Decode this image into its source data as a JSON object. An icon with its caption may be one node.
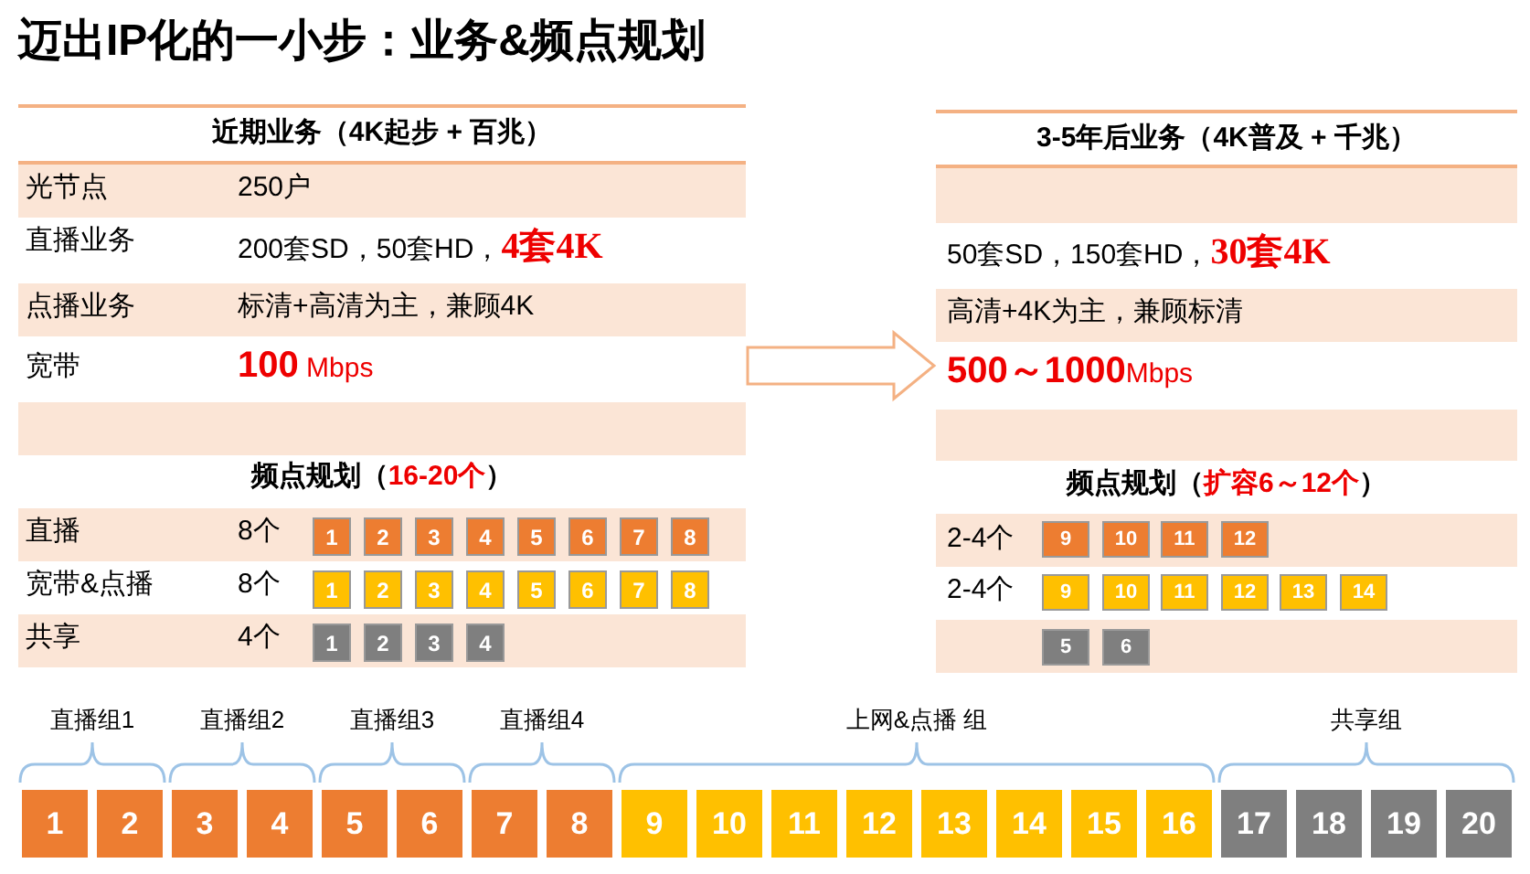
{
  "diagram": {
    "title": "迈出IP化的一小步：业务&频点规划",
    "nodes": [
      {
        "text": [
          "近期业务（4K起步 + 百兆）"
        ]
      },
      {
        "text": [
          "3-5年后业务（4K普及 + 千兆）"
        ]
      },
      {
        "text": [
          "1"
        ],
        "in": 0
      },
      {
        "text": [
          "2"
        ],
        "in": 0
      },
      {
        "text": [
          "3"
        ],
        "in": 0
      },
      {
        "text": [
          "4"
        ],
        "in": 0
      },
      {
        "text": [
          "5"
        ],
        "in": 0
      },
      {
        "text": [
          "6"
        ],
        "in": 0
      },
      {
        "text": [
          "7"
        ],
        "in": 0
      },
      {
        "text": [
          "8"
        ],
        "in": 0
      },
      {
        "text": [
          "1"
        ],
        "in": 0
      },
      {
        "text": [
          "2"
        ],
        "in": 0
      },
      {
        "text": [
          "3"
        ],
        "in": 0
      },
      {
        "text": [
          "4"
        ],
        "in": 0
      },
      {
        "text": [
          "5"
        ],
        "in": 0
      },
      {
        "text": [
          "6"
        ],
        "in": 0
      },
      {
        "text": [
          "7"
        ],
        "in": 0
      },
      {
        "text": [
          "8"
        ],
        "in": 0
      },
      {
        "text": [
          "1"
        ],
        "in": 0
      },
      {
        "text": [
          "2"
        ],
        "in": 0
      },
      {
        "text": [
          "3"
        ],
        "in": 0
      },
      {
        "text": [
          "4"
        ],
        "in": 0
      },
      {
        "text": [
          "9"
        ],
        "in": 1
      },
      {
        "text": [
          "10"
        ],
        "in": 1
      },
      {
        "text": [
          "11"
        ],
        "in": 1
      },
      {
        "text": [
          "12"
        ],
        "in": 1
      },
      {
        "text": [
          "9"
        ],
        "in": 1
      },
      {
        "text": [
          "10"
        ],
        "in": 1
      },
      {
        "text": [
          "11"
        ],
        "in": 1
      },
      {
        "text": [
          "12"
        ],
        "in": 1
      },
      {
        "text": [
          "13"
        ],
        "in": 1
      },
      {
        "text": [
          "14"
        ],
        "in": 1
      },
      {
        "text": [
          "5"
        ],
        "in": 1
      },
      {
        "text": [
          "6"
        ],
        "in": 1
      },
      {
        "text": [
          "1"
        ]
      },
      {
        "text": [
          "2"
        ]
      },
      {
        "text": [
          "3"
        ]
      },
      {
        "text": [
          "4"
        ]
      },
      {
        "text": [
          "5"
        ]
      },
      {
        "text": [
          "6"
        ]
      },
      {
        "text": [
          "7"
        ]
      },
      {
        "text": [
          "8"
        ]
      },
      {
        "text": [
          "9"
        ]
      },
      {
        "text": [
          "10"
        ]
      },
      {
        "text": [
          "11"
        ]
      },
      {
        "text": [
          "12"
        ]
      },
      {
        "text": [
          "13"
        ]
      },
      {
        "text": [
          "14"
        ]
      },
      {
        "text": [
          "15"
        ]
      },
      {
        "text": [
          "16"
        ]
      },
      {
        "text": [
          "17"
        ]
      },
      {
        "text": [
          "18"
        ]
      },
      {
        "text": [
          "19"
        ]
      },
      {
        "text": [
          "20"
        ]
      }
    ],
    "edges": [
      {
        "from": 0,
        "to": 1,
        "arrow": "to"
      }
    ],
    "labels": [
      "光节点",
      "250户",
      "直播业务",
      "200套SD，50套HD，**4套4K**",
      "点播业务",
      "标清+高清为主，兼顾4K",
      "宽带",
      "**100** Mbps",
      "频点规划（**16-20个**）",
      "直播",
      "8个",
      "宽带&点播",
      "8个",
      "共享",
      "4个",
      "50套SD，150套HD，**30套4K**",
      "高清+4K为主，兼顾标清",
      "**500～1000**Mbps",
      "频点规划（**扩容6～12个**）",
      "2-4个",
      "2-4个",
      "直播组1",
      "直播组2",
      "直播组3",
      "直播组4",
      "上网&点播 组",
      "共享组"
    ]
  }
}
